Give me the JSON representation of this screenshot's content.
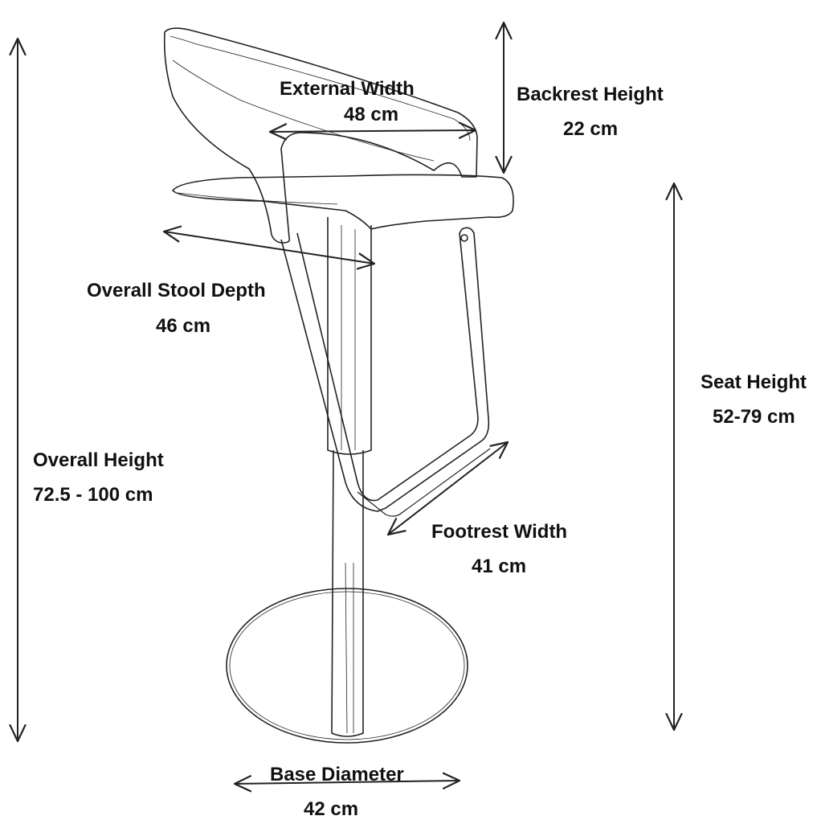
{
  "dimensions": {
    "external_width": {
      "label": "External Width",
      "value": "48 cm"
    },
    "backrest_height": {
      "label": "Backrest Height",
      "value": "22 cm"
    },
    "overall_stool_depth": {
      "label": "Overall Stool Depth",
      "value": "46 cm"
    },
    "seat_height": {
      "label": "Seat Height",
      "value": "52-79 cm"
    },
    "overall_height": {
      "label": "Overall Height",
      "value": "72.5 - 100 cm"
    },
    "footrest_width": {
      "label": "Footrest Width",
      "value": "41 cm"
    },
    "base_diameter": {
      "label": "Base Diameter",
      "value": "42 cm"
    }
  },
  "colors": {
    "line": "#222222",
    "text": "#111111",
    "background": "#ffffff"
  }
}
